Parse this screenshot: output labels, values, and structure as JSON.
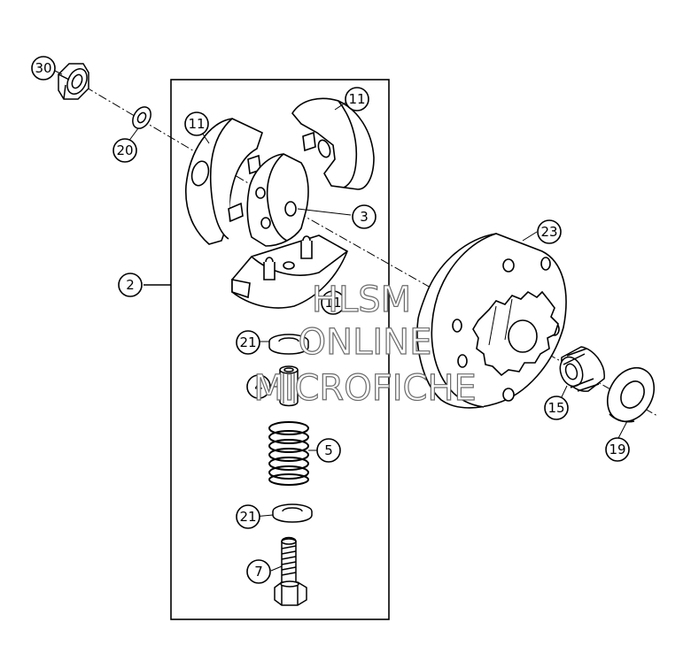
{
  "callouts": {
    "c30": "30",
    "c20": "20",
    "c11a": "11",
    "c11b": "11",
    "c11c": "11",
    "c3": "3",
    "c2": "2",
    "c23": "23",
    "c21a": "21",
    "c21b": "21",
    "c4": "4",
    "c5": "5",
    "c15": "15",
    "c19": "19",
    "c7": "7"
  },
  "watermark": {
    "line1": "HLSM",
    "line2": "ONLINE",
    "line3": "MICROFICHE"
  },
  "colors": {
    "line": "#000000",
    "watermark_outline": "#6a6a6a",
    "background": "#ffffff"
  }
}
